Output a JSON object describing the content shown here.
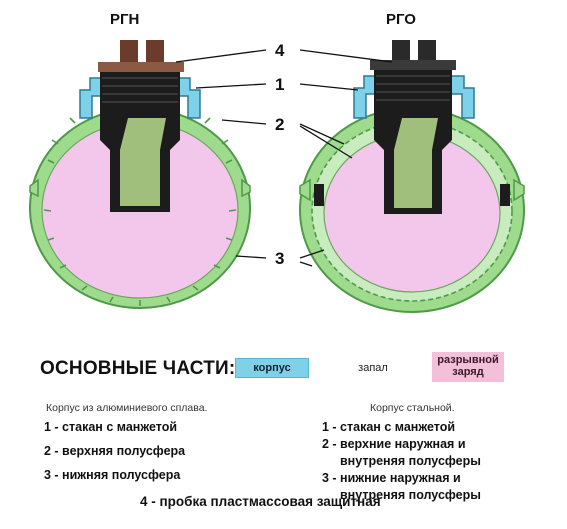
{
  "diagram": {
    "title_left": "РГН",
    "title_right": "РГО",
    "callouts": [
      "4",
      "1",
      "2",
      "3"
    ]
  },
  "legend": {
    "heading": "ОСНОВНЫЕ ЧАСТИ:",
    "body_label": "корпус",
    "fuse_label": "запал",
    "charge_label_1": "разрывной",
    "charge_label_2": "заряд",
    "colors": {
      "body": "#7fd0e9",
      "shell": "#9edb8c",
      "charge": "#f3c6ec",
      "fuse": "#1c1c1c",
      "fuse_inner": "#b7dc8e",
      "plug_left": "#6b3b2c",
      "plug_right": "#2a2a2a"
    }
  },
  "left": {
    "heading": "Корпус из алюминиевого сплава.",
    "items": [
      "1 - стакан с манжетой",
      "2 - верхняя полусфера",
      "3 - нижняя полусфера"
    ]
  },
  "right": {
    "heading": "Корпус стальной.",
    "items": [
      "1 - стакан с манжетой",
      "2 - верхние наружная и",
      "внутреняя полусферы",
      "3 - нижние наружная и",
      "внутреняя полусферы"
    ]
  },
  "footer": "4 - пробка пластмассовая защитная"
}
